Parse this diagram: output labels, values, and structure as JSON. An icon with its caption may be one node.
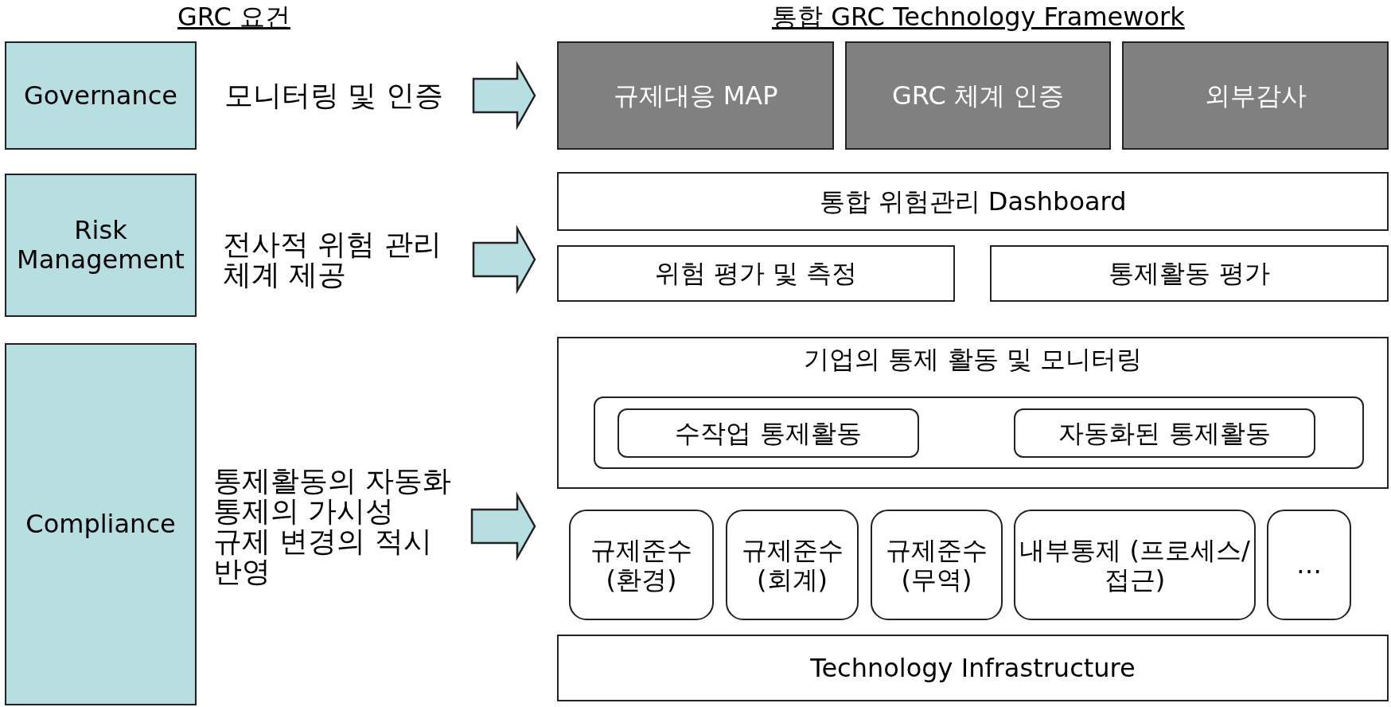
{
  "diagram": {
    "nodes": [
      {
        "text": [
          "Governance"
        ]
      },
      {
        "text": [
          "모니터링 및 인증"
        ]
      },
      {
        "text": [
          "규제대응 MAP"
        ]
      },
      {
        "text": [
          "GRC 체계 인증"
        ]
      },
      {
        "text": [
          "외부감사"
        ]
      },
      {
        "text": [
          "Risk Management"
        ]
      },
      {
        "text": [
          "전사적 위험 관리 체계 제공"
        ]
      },
      {
        "text": [
          "통합 위험관리 Dashboard"
        ]
      },
      {
        "text": [
          "위험 평가 및 측정"
        ]
      },
      {
        "text": [
          "통제활동 평가"
        ]
      },
      {
        "text": [
          "Compliance"
        ]
      },
      {
        "text": [
          "통제활동의 자동화",
          "통제의 가시성",
          "규제 변경의 적시 반영"
        ]
      },
      {
        "text": [
          "기업의 통제 활동 및 모니터링"
        ]
      },
      {
        "text": [],
        "shape": "box",
        "in": 12
      },
      {
        "text": [
          "수작업 통제활동"
        ],
        "in": 13
      },
      {
        "text": [
          "자동화된 통제활동"
        ],
        "in": 13
      },
      {
        "text": [
          "규제준수 (환경)"
        ]
      },
      {
        "text": [
          "규제준수 (회계)"
        ]
      },
      {
        "text": [
          "규제준수 (무역)"
        ]
      },
      {
        "text": [
          "내부통제 (프로세스/접근)"
        ]
      },
      {
        "text": [
          "…"
        ]
      },
      {
        "text": [
          "Technology Infrastructure"
        ]
      }
    ],
    "edges": [
      {
        "from": 1,
        "to": null,
        "arrow": "to"
      },
      {
        "from": 6,
        "to": null,
        "arrow": "to"
      },
      {
        "from": 11,
        "to": null,
        "arrow": "to"
      }
    ],
    "labels": [
      "GRC 요건",
      "통합 GRC Technology Framework"
    ]
  }
}
